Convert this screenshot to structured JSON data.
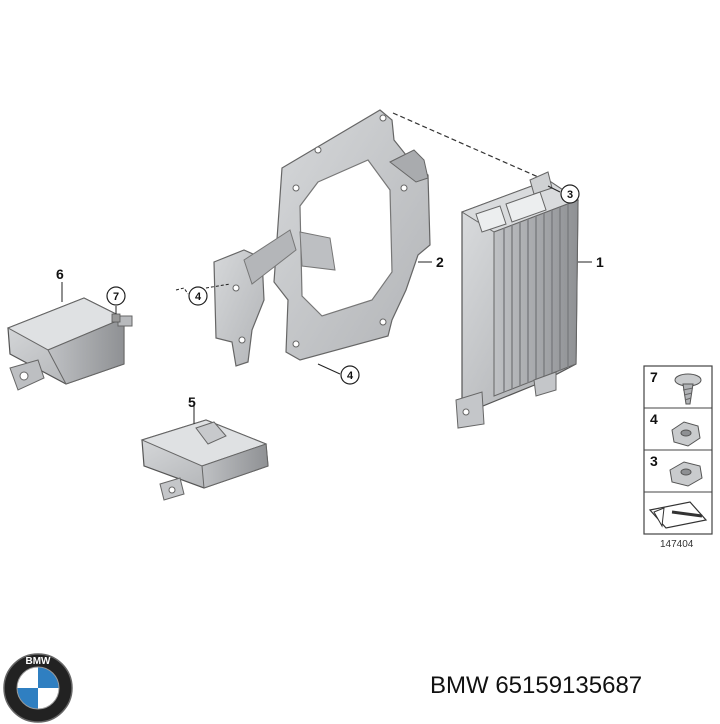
{
  "diagram": {
    "id": "147404",
    "part_callouts": [
      "1",
      "2",
      "3",
      "4",
      "4",
      "5",
      "6",
      "7"
    ],
    "legend": [
      {
        "number": "7",
        "icon": "screw-icon"
      },
      {
        "number": "4",
        "icon": "hex-nut-icon"
      },
      {
        "number": "3",
        "icon": "hex-nut-icon"
      },
      {
        "number": "",
        "icon": "direction-arrow-icon"
      }
    ]
  },
  "footer": {
    "caption": "BMW 65159135687",
    "logo_icon": "bmw-roundel-icon",
    "logo_text": "BMW"
  },
  "colors": {
    "part_fill": "#c9cbcd",
    "part_shade": "#a7a9ac",
    "outline": "#555555",
    "logo_blue": "#2f7fc1"
  }
}
